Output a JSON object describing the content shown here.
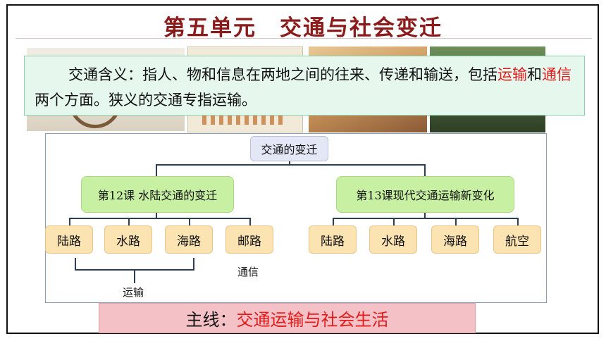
{
  "title": "第五单元　交通与社会变迁",
  "definition": {
    "part1": "交通含义：指人、物和信息在两地之间的往来、传递和输送，包括",
    "transport": "运输",
    "and": "和",
    "communication": "通信",
    "part2": "两个方面。狭义的交通专指运输。"
  },
  "diagram": {
    "root": "交通的变迁",
    "lesson12": {
      "label": "第12课  水陆交通的变迁",
      "items": [
        "陆路",
        "水路",
        "海路",
        "邮路"
      ]
    },
    "lesson13": {
      "label": "第13课现代交通运输新变化",
      "items": [
        "陆路",
        "水路",
        "海路",
        "航空"
      ]
    },
    "bracket_transport_label": "运输",
    "communication_label": "通信"
  },
  "main_line": {
    "prefix": "主线：",
    "text": "交通运输与社会生活"
  },
  "colors": {
    "title": "#8b1a1a",
    "highlight": "#e21b1b",
    "root_fill": "#e4e8f6",
    "lesson_fill": "#c8f0a2",
    "leaf_fill": "#fbe4b2",
    "main_line_fill": "#f4c2c6"
  }
}
